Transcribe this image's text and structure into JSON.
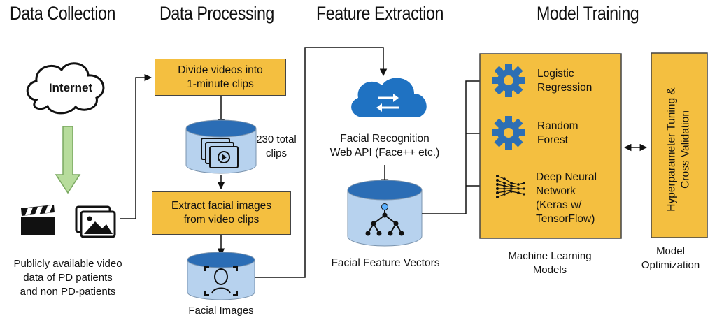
{
  "stages": {
    "collection": "Data Collection",
    "processing": "Data Processing",
    "extraction": "Feature Extraction",
    "training": "Model Training"
  },
  "collection": {
    "cloud_label": "Internet",
    "caption": [
      "Publicly available video",
      "data of PD patients",
      "and non PD-patients"
    ]
  },
  "processing": {
    "divide_box": [
      "Divide videos into",
      "1-minute clips"
    ],
    "clips_count": [
      "230 total",
      "clips"
    ],
    "extract_box": [
      "Extract facial images",
      "from video clips"
    ],
    "facial_images_label": "Facial Images"
  },
  "extraction": {
    "api_label": [
      "Facial Recognition",
      "Web API (Face++ etc.)"
    ],
    "vectors_label": "Facial Feature Vectors"
  },
  "training": {
    "models": [
      [
        "Logistic",
        "Regression"
      ],
      [
        "Random",
        "Forest"
      ],
      [
        "Deep Neural",
        "Network",
        "(Keras w/",
        "TensorFlow)"
      ]
    ],
    "models_caption": [
      "Machine Learning",
      "Models"
    ],
    "tuning_text": [
      "Hyperparameter Tuning &",
      "Cross Validation"
    ],
    "optimization_caption": [
      "Model",
      "Optimization"
    ]
  },
  "colors": {
    "box_fill": "#f4bf40",
    "cylinder_fill": "#b7d2ee",
    "cloud_blue": "#1f72c2",
    "gear_blue": "#2d6fb4",
    "arrow_green": "#b7dc9c"
  }
}
